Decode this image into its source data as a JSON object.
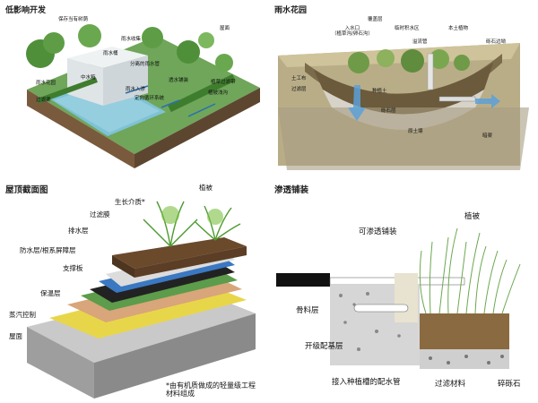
{
  "panels": {
    "lid": {
      "title": "低影响开发",
      "labels": {
        "preserve_trees": "保存当有树荫",
        "green_roof": "屋面",
        "rain_bucket": "雨水收集",
        "rain_barrel": "雨水桶",
        "downspout": "分离的雨水管",
        "water_tank": "中水箱",
        "rain_garden": "雨水花园",
        "permeable": "透水铺装",
        "filter_strip": "植草过滤带",
        "dry_swale": "过滤渠",
        "vegetated_swale": "植被浅沟",
        "infiltration": "雨水入渗",
        "bioretention": "定向循环系统"
      }
    },
    "rain_garden": {
      "title": "雨水花园",
      "labels": {
        "inlet": "入水口\n（植草沟/卵石沟）",
        "cover": "覆盖层",
        "ponding": "临时积水区",
        "overflow": "溢流管",
        "native_plant": "本土植物",
        "gravel_border": "砾石边坳",
        "geotextile": "土工布",
        "filter_layer": "过滤层",
        "planting_soil": "种植土",
        "gravel_layer": "砾石层",
        "native_soil": "原土壤",
        "underdrain": "暗渠"
      }
    },
    "roof": {
      "title": "屋顶截面图",
      "labels": {
        "vegetation": "植被",
        "growing_medium": "生长介质*",
        "filter_membrane": "过滤膜",
        "drainage": "排水层",
        "waterproof": "防水层/根系屏障层",
        "support": "支撑板",
        "insulation": "保温层",
        "vapor": "蒸汽控制",
        "roof_deck": "屋面"
      },
      "note": "*由有机质做成的轻量级工程材料组成"
    },
    "permeable": {
      "title": "渗透铺装",
      "labels": {
        "permeable_paving": "可渗透铺装",
        "vegetation": "植被",
        "aggregate": "骨料层",
        "open_base": "开级配基层",
        "pipe": "接入种植槽的配水管",
        "filter_material": "过滤材料",
        "crushed_stone": "碎砾石"
      }
    }
  }
}
